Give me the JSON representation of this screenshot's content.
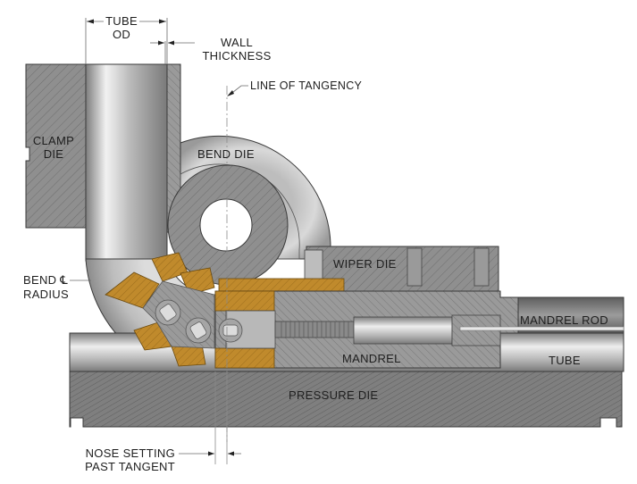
{
  "figure": {
    "title": "Mandrel tube bending setup cross-section",
    "labels": {
      "tube_od": [
        "TUBE",
        "OD"
      ],
      "wall_thickness": [
        "WALL",
        "THICKNESS"
      ],
      "line_of_tangency": "LINE OF TANGENCY",
      "clamp_die": [
        "CLAMP",
        "DIE"
      ],
      "bend_die": "BEND DIE",
      "bend_radius": [
        "BEND ℄",
        "RADIUS"
      ],
      "wiper_die": "WIPER DIE",
      "mandrel_rod": "MANDREL ROD",
      "mandrel": "MANDREL",
      "tube": "TUBE",
      "pressure_die": "PRESSURE DIE",
      "nose_setting": [
        "NOSE SETTING",
        "PAST TANGENT"
      ]
    },
    "colors": {
      "die_gray": "#8f8f8f",
      "hatch": "#6e6e6e",
      "tube_light": "#e6e6e6",
      "tube_dark": "#7d7d7d",
      "brass": "#c08a2c",
      "brass_dark": "#8a5f17",
      "outline": "#3a3a3a"
    }
  }
}
